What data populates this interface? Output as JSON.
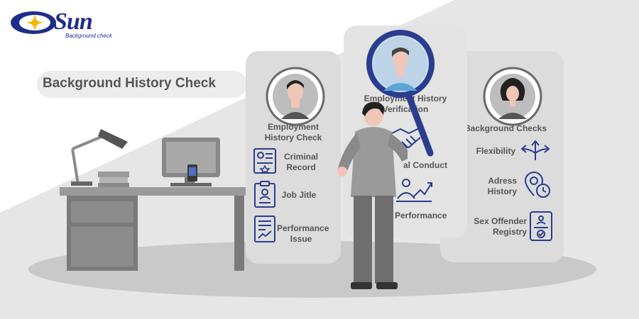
{
  "brand": {
    "name": "Sun",
    "tagline": "Background check"
  },
  "title": "Background History Check",
  "left_panel": {
    "heading": "Employment\nHistory Check",
    "items": [
      {
        "label": "Criminal\nRecord",
        "icon": "id-card-icon"
      },
      {
        "label": "Job Jitle",
        "icon": "clipboard-profile-icon"
      },
      {
        "label": "Performance\nIssue",
        "icon": "chart-document-icon"
      }
    ]
  },
  "center_panel": {
    "heading": "Employment History\nVerification",
    "items": [
      {
        "label": "al Conduct",
        "icon": "handshake-icon"
      },
      {
        "label": "Performance",
        "icon": "person-chart-icon"
      }
    ]
  },
  "right_panel": {
    "heading": "Background Checks",
    "items": [
      {
        "label": "Flexibility",
        "icon": "arrows-split-icon"
      },
      {
        "label": "Adress\nHistory",
        "icon": "location-clock-icon"
      },
      {
        "label": "Sex Offender\nRegistry",
        "icon": "registry-document-icon"
      }
    ]
  },
  "colors": {
    "brand_blue": "#1f2d8a",
    "icon_blue": "#2a3d8f",
    "panel_gray": "#dcdcdc",
    "accent_yellow": "#f5b800"
  }
}
